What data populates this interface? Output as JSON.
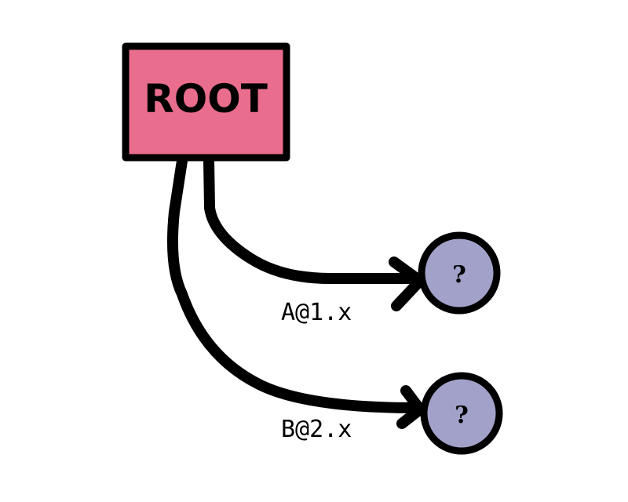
{
  "colors": {
    "root_fill": "#e96d8d",
    "node_fill": "#a1a1c9",
    "stroke": "#000000"
  },
  "root": {
    "label": "ROOT"
  },
  "nodes": [
    {
      "label": "?",
      "edge_label": "A@1.x"
    },
    {
      "label": "?",
      "edge_label": "B@2.x"
    }
  ]
}
